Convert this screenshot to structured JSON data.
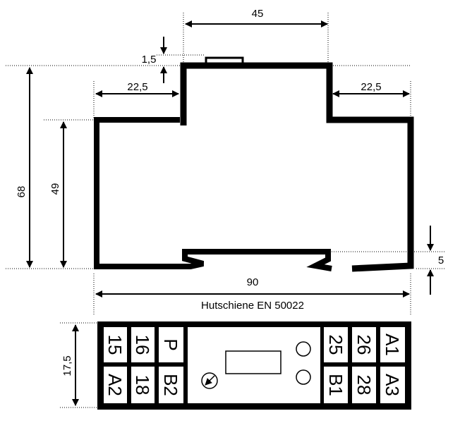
{
  "dimensions": {
    "width_top": "45",
    "clip_height": "1,5",
    "left_step": "22,5",
    "right_step": "22,5",
    "total_height": "68",
    "body_height": "49",
    "rail_offset": "5",
    "total_width": "90",
    "rail_label": "Hutschiene EN 50022",
    "front_height": "17,5"
  },
  "terminals": {
    "left_top": [
      "15",
      "16",
      "P"
    ],
    "left_bottom": [
      "A2",
      "18",
      "B2"
    ],
    "right_top": [
      "25",
      "26",
      "A1"
    ],
    "right_bottom": [
      "B1",
      "28",
      "A3"
    ]
  }
}
